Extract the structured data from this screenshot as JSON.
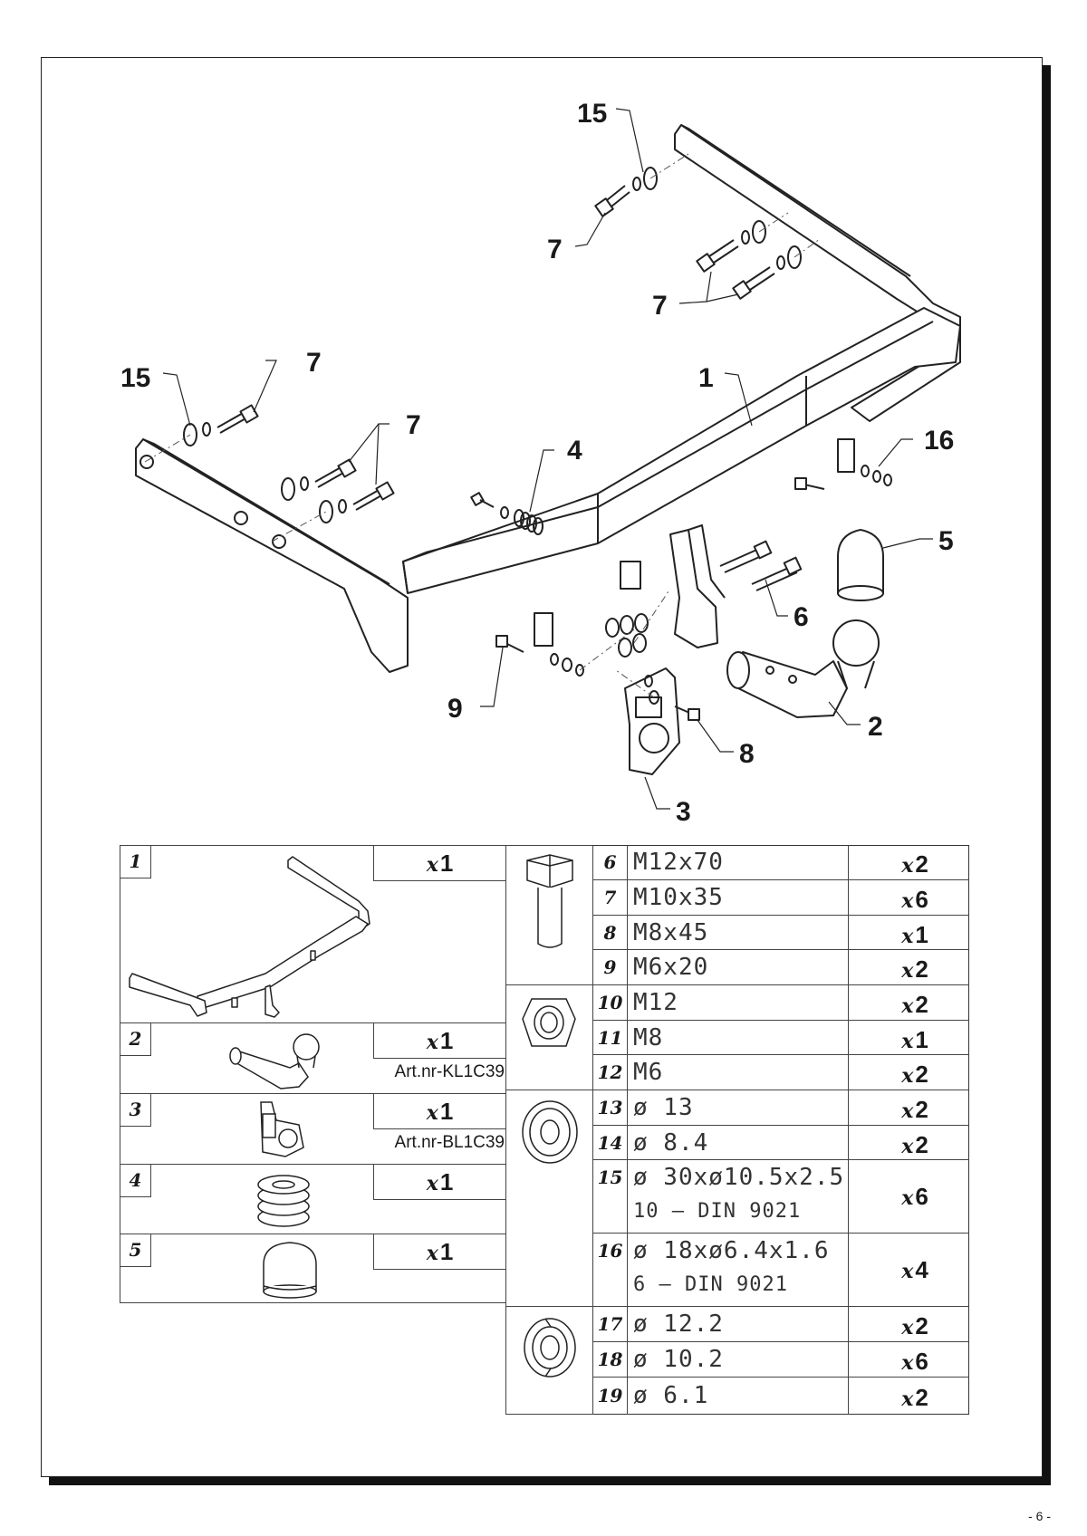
{
  "page_number": "- 6 -",
  "callouts": {
    "c15_top": "15",
    "c7_a": "7",
    "c7_b": "7",
    "c15_left": "15",
    "c7_c": "7",
    "c7_d": "7",
    "c1": "1",
    "c4": "4",
    "c16": "16",
    "c5": "5",
    "c6": "6",
    "c2": "2",
    "c9": "9",
    "c8": "8",
    "c3": "3"
  },
  "parts_left": [
    {
      "num": "1",
      "qty_prefix": "x",
      "qty": "1",
      "art": ""
    },
    {
      "num": "2",
      "qty_prefix": "x",
      "qty": "1",
      "art": "Art.nr-KL1C39"
    },
    {
      "num": "3",
      "qty_prefix": "x",
      "qty": "1",
      "art": "Art.nr-BL1C39"
    },
    {
      "num": "4",
      "qty_prefix": "x",
      "qty": "1",
      "art": ""
    },
    {
      "num": "5",
      "qty_prefix": "x",
      "qty": "1",
      "art": ""
    }
  ],
  "parts_right": [
    {
      "num": "6",
      "desc": "M12x70",
      "desc2": "",
      "qty_prefix": "x",
      "qty": "2"
    },
    {
      "num": "7",
      "desc": "M10x35",
      "desc2": "",
      "qty_prefix": "x",
      "qty": "6"
    },
    {
      "num": "8",
      "desc": "M8x45",
      "desc2": "",
      "qty_prefix": "x",
      "qty": "1"
    },
    {
      "num": "9",
      "desc": "M6x20",
      "desc2": "",
      "qty_prefix": "x",
      "qty": "2"
    },
    {
      "num": "10",
      "desc": "M12",
      "desc2": "",
      "qty_prefix": "x",
      "qty": "2"
    },
    {
      "num": "11",
      "desc": "M8",
      "desc2": "",
      "qty_prefix": "x",
      "qty": "1"
    },
    {
      "num": "12",
      "desc": "M6",
      "desc2": "",
      "qty_prefix": "x",
      "qty": "2"
    },
    {
      "num": "13",
      "desc": "ø 13",
      "desc2": "",
      "qty_prefix": "x",
      "qty": "2"
    },
    {
      "num": "14",
      "desc": "ø 8.4",
      "desc2": "",
      "qty_prefix": "x",
      "qty": "2"
    },
    {
      "num": "15",
      "desc": "ø 30xø10.5x2.5",
      "desc2": "10  –  DIN 9021",
      "qty_prefix": "x",
      "qty": "6"
    },
    {
      "num": "16",
      "desc": "ø 18xø6.4x1.6",
      "desc2": "6   –  DIN 9021",
      "qty_prefix": "x",
      "qty": "4"
    },
    {
      "num": "17",
      "desc": "ø 12.2",
      "desc2": "",
      "qty_prefix": "x",
      "qty": "2"
    },
    {
      "num": "18",
      "desc": "ø 10.2",
      "desc2": "",
      "qty_prefix": "x",
      "qty": "6"
    },
    {
      "num": "19",
      "desc": "ø 6.1",
      "desc2": "",
      "qty_prefix": "x",
      "qty": "2"
    }
  ],
  "icons": {
    "bolt": "bolt-icon",
    "nut": "nut-icon",
    "washer": "washer-icon",
    "spring_washer": "spring-washer-icon"
  }
}
